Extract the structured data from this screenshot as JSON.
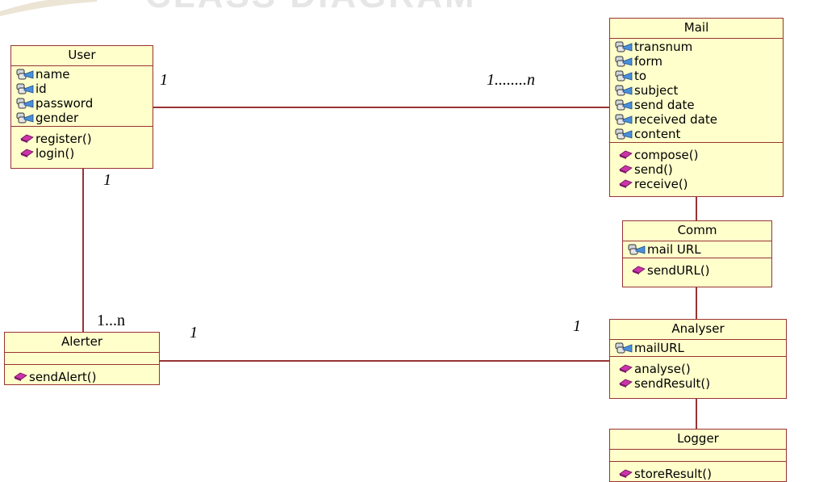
{
  "classes": {
    "user": {
      "name": "User",
      "attributes": [
        "name",
        "id",
        "password",
        "gender"
      ],
      "operations": [
        "register()",
        "login()"
      ]
    },
    "mail": {
      "name": "Mail",
      "attributes": [
        "transnum",
        "form",
        "to",
        "subject",
        "send date",
        "received date",
        "content"
      ],
      "operations": [
        "compose()",
        "send()",
        "receive()"
      ]
    },
    "comm": {
      "name": "Comm",
      "attributes": [
        "mail URL"
      ],
      "operations": [
        "sendURL()"
      ]
    },
    "analyser": {
      "name": "Analyser",
      "attributes": [
        "mailURL"
      ],
      "operations": [
        "analyse()",
        "sendResult()"
      ]
    },
    "alerter": {
      "name": "Alerter",
      "attributes": [],
      "operations": [
        "sendAlert()"
      ]
    },
    "logger": {
      "name": "Logger",
      "attributes": [],
      "operations": [
        "storeResult()"
      ]
    }
  },
  "multiplicities": {
    "user_mail_user_end": "1",
    "user_mail_mail_end": "1........n",
    "user_alerter_user_end": "1",
    "user_alerter_alerter_end": "1...n",
    "alerter_analyser_alerter_end": "1",
    "alerter_analyser_analyser_end": "1"
  },
  "icons": {
    "attribute": "key-attribute-icon",
    "operation": "method-icon"
  },
  "colors": {
    "box_fill": "#ffffcc",
    "box_border": "#993333",
    "association_line": "#993333",
    "attribute_icon": "#4a8fd8",
    "operation_icon": "#cc33aa"
  }
}
